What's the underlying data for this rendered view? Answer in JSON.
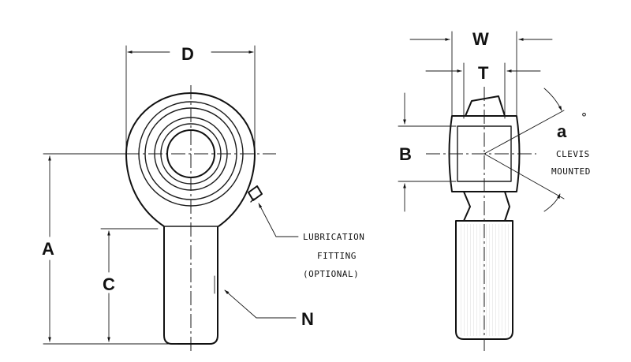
{
  "labels": {
    "dim_D": "D",
    "dim_A": "A",
    "dim_C": "C",
    "dim_N": "N",
    "dim_W": "W",
    "dim_T": "T",
    "dim_B": "B",
    "angle_a": "a",
    "degree_symbol": "°"
  },
  "notes": {
    "lubrication_line1": "LUBRICATION",
    "lubrication_line2": "FITTING",
    "lubrication_line3": "(OPTIONAL)",
    "clevis_line1": "CLEVIS",
    "clevis_line2": "MOUNTED"
  }
}
